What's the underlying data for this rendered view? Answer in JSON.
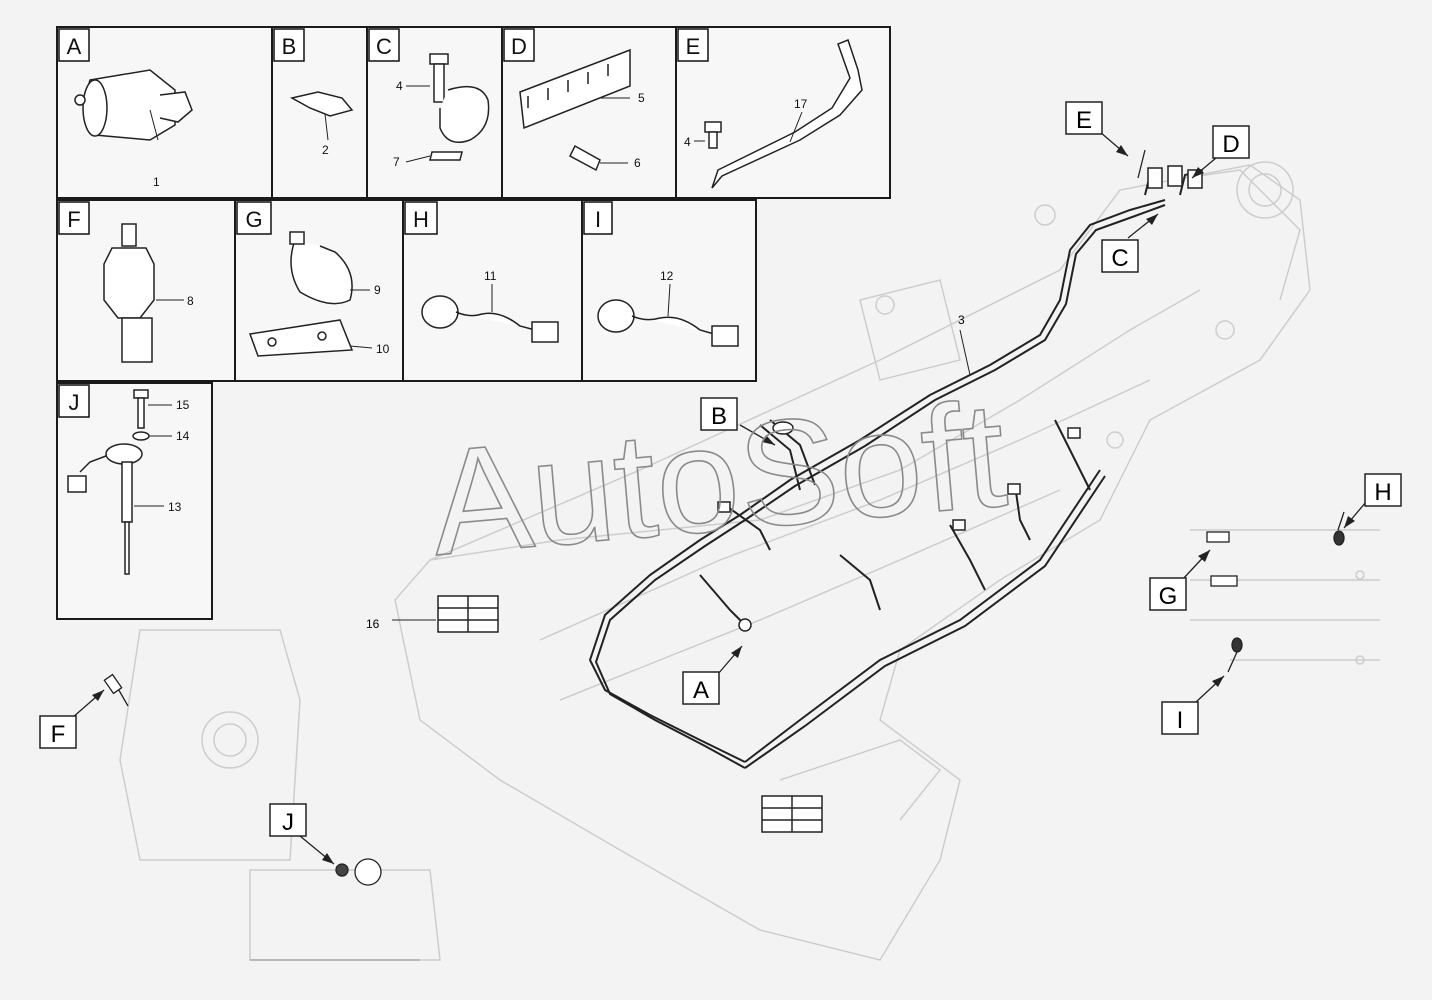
{
  "watermark": "AutoSoft",
  "detail_panels": [
    {
      "letter": "A",
      "parts": [
        {
          "num": "1"
        }
      ]
    },
    {
      "letter": "B",
      "parts": [
        {
          "num": "2"
        }
      ]
    },
    {
      "letter": "C",
      "parts": [
        {
          "num": "4"
        },
        {
          "num": "7"
        }
      ]
    },
    {
      "letter": "D",
      "parts": [
        {
          "num": "5"
        },
        {
          "num": "6"
        }
      ]
    },
    {
      "letter": "E",
      "parts": [
        {
          "num": "4"
        },
        {
          "num": "17"
        }
      ]
    },
    {
      "letter": "F",
      "parts": [
        {
          "num": "8"
        }
      ]
    },
    {
      "letter": "G",
      "parts": [
        {
          "num": "9"
        },
        {
          "num": "10"
        }
      ]
    },
    {
      "letter": "H",
      "parts": [
        {
          "num": "11"
        }
      ]
    },
    {
      "letter": "I",
      "parts": [
        {
          "num": "12"
        }
      ]
    },
    {
      "letter": "J",
      "parts": [
        {
          "num": "15"
        },
        {
          "num": "14"
        },
        {
          "num": "13"
        }
      ]
    }
  ],
  "main_view": {
    "harness_label": "3",
    "lamp_label": "16",
    "callouts": [
      "A",
      "B",
      "C",
      "D",
      "E",
      "F",
      "G",
      "H",
      "I",
      "J"
    ]
  },
  "colors": {
    "line": "#1a1a1a",
    "faint": "#c9c9c9",
    "panel_bg": "#f5f5f5",
    "background": "#f3f3f3"
  }
}
